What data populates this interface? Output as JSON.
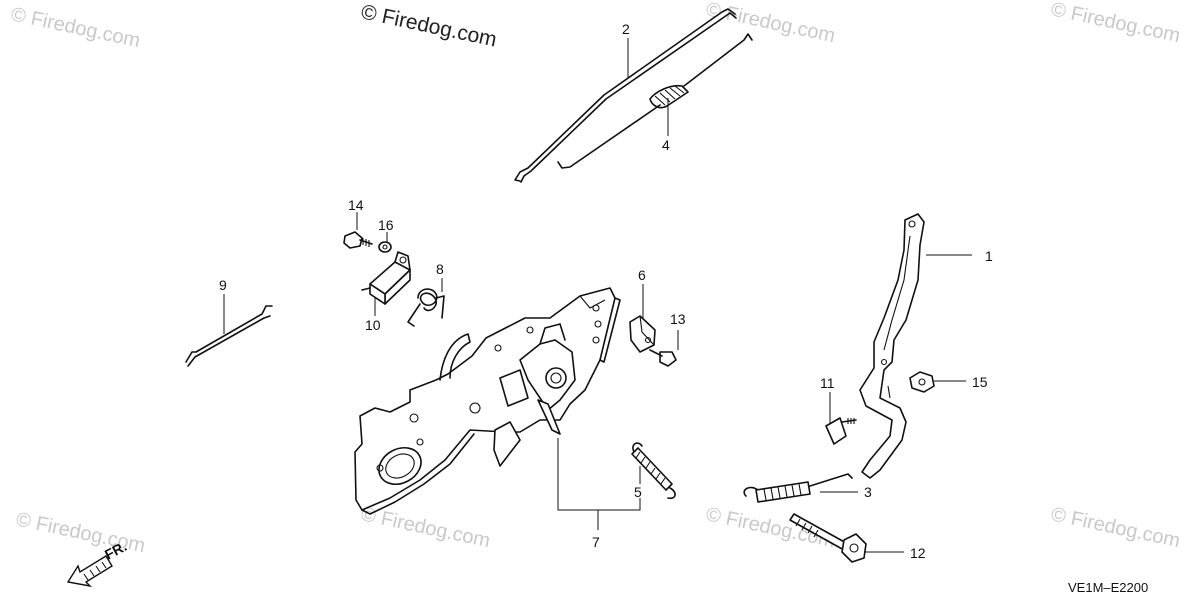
{
  "watermark": {
    "main": "© Firedog.com",
    "faint": "© Firedog.com"
  },
  "diagram_code": "VE1M–E2200",
  "direction_label": "FR.",
  "callouts": {
    "c1": "1",
    "c2": "2",
    "c3": "3",
    "c4": "4",
    "c5": "5",
    "c6": "6",
    "c7": "7",
    "c8": "8",
    "c9": "9",
    "c10": "10",
    "c11": "11",
    "c12": "12",
    "c13": "13",
    "c14": "14",
    "c15": "15",
    "c16": "16"
  }
}
